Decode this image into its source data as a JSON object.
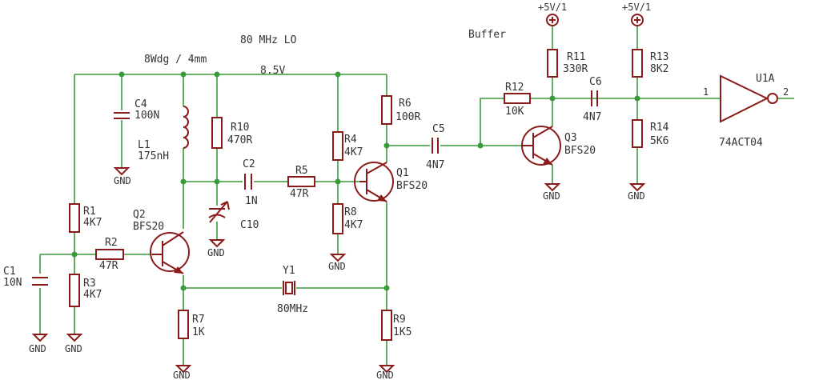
{
  "annotations": {
    "title": "80 MHz LO",
    "buffer": "Buffer",
    "winding": "8Wdg / 4mm",
    "rail": "8.5V"
  },
  "supplies": {
    "vcc1": "+5V/1",
    "vcc2": "+5V/1"
  },
  "ground_label": "GND",
  "parts": {
    "c1": {
      "name": "C1",
      "value": "10N"
    },
    "c2": {
      "name": "C2",
      "value": "1N"
    },
    "c4": {
      "name": "C4",
      "value": "100N"
    },
    "c5": {
      "name": "C5",
      "value": "4N7"
    },
    "c6": {
      "name": "C6",
      "value": "4N7"
    },
    "c10": {
      "name": "C10"
    },
    "l1": {
      "name": "L1",
      "value": "175nH"
    },
    "r1": {
      "name": "R1",
      "value": "4K7"
    },
    "r2": {
      "name": "R2",
      "value": "47R"
    },
    "r3": {
      "name": "R3",
      "value": "4K7"
    },
    "r4": {
      "name": "R4",
      "value": "4K7"
    },
    "r5": {
      "name": "R5",
      "value": "47R"
    },
    "r6": {
      "name": "R6",
      "value": "100R"
    },
    "r7": {
      "name": "R7",
      "value": "1K"
    },
    "r8": {
      "name": "R8",
      "value": "4K7"
    },
    "r9": {
      "name": "R9",
      "value": "1K5"
    },
    "r10": {
      "name": "R10",
      "value": "470R"
    },
    "r11": {
      "name": "R11",
      "value": "330R"
    },
    "r12": {
      "name": "R12",
      "value": "10K"
    },
    "r13": {
      "name": "R13",
      "value": "8K2"
    },
    "r14": {
      "name": "R14",
      "value": "5K6"
    },
    "q1": {
      "name": "Q1",
      "value": "BFS20"
    },
    "q2": {
      "name": "Q2",
      "value": "BFS20"
    },
    "q3": {
      "name": "Q3",
      "value": "BFS20"
    },
    "y1": {
      "name": "Y1",
      "value": "80MHz"
    },
    "u1a": {
      "name": "U1A",
      "value": "74ACT04",
      "pin_in": "1",
      "pin_out": "2"
    }
  }
}
